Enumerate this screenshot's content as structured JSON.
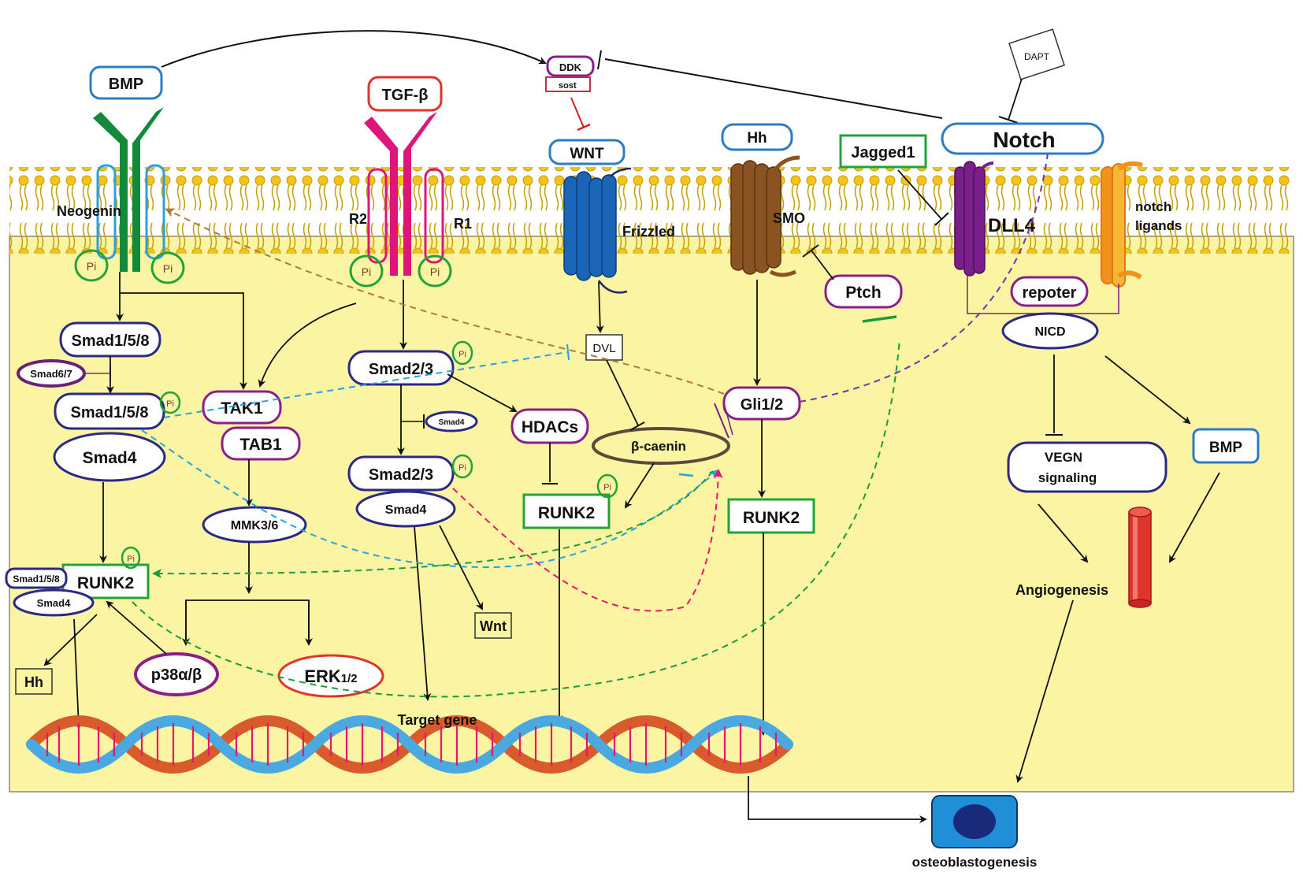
{
  "colors": {
    "cytoplasm": "#fbf5a3",
    "membrane_head": "#f2c417",
    "smad_outline": "#2a2a86",
    "green_box": "#22a33a",
    "purple_outline": "#8a1f8a",
    "red_outline": "#e0352b",
    "blue_outline": "#2b7cc4",
    "bmp_receptor": "#138a3a",
    "tgf_receptor": "#e0157a",
    "frizzled": "#1b65b8",
    "smo": "#8b5222",
    "dll4": "#7a1f8a",
    "notch_ligand": "#f2921d"
  },
  "ligands": {
    "bmp": "BMP",
    "tgf": "TGF-β",
    "wnt": "WNT",
    "hh": "Hh",
    "notch": "Notch",
    "jagged": "Jagged1",
    "dapt": "DAPT",
    "ddk": "DDK",
    "sost": "sost"
  },
  "receptors": {
    "neogenin": "Neogenin",
    "r2": "R2",
    "r1": "R1",
    "frizzled": "Frizzled",
    "smo": "SMO",
    "dll4": "DLL4",
    "notch_ligands_1": "notch",
    "notch_ligands_2": "ligands",
    "pi": "Pi"
  },
  "nodes": {
    "smad158_a": "Smad1/5/8",
    "smad67": "Smad6/7",
    "smad158_b": "Smad1/5/8",
    "smad4_a": "Smad4",
    "tak1": "TAK1",
    "tab1": "TAB1",
    "mmk": "MMK3/6",
    "p38": "p38α/β",
    "erk": "ERK",
    "erk_sub": "1/2",
    "smad23_a": "Smad2/3",
    "smad4_small": "Smad4",
    "smad23_b": "Smad2/3",
    "smad4_b": "Smad4",
    "hdacs": "HDACs",
    "runk2_tgf": "RUNK2",
    "dvl": "DVL",
    "bcatenin": "β-caenin",
    "gli": "Gli1/2",
    "ptch": "Ptch",
    "runk2_hh": "RUNK2",
    "runk2_bmp": "RUNK2",
    "complex_smad158": "Smad1/5/8",
    "complex_smad4": "Smad4",
    "hh_out": "Hh",
    "wnt_out": "Wnt",
    "target_gene": "Target  gene",
    "repoter": "repoter",
    "nicd": "NICD",
    "vegn_1": "VEGN",
    "vegn_2": "signaling",
    "bmp_right": "BMP",
    "angiogenesis": "Angiogenesis",
    "osteoblastogenesis": "osteoblastogenesis"
  }
}
